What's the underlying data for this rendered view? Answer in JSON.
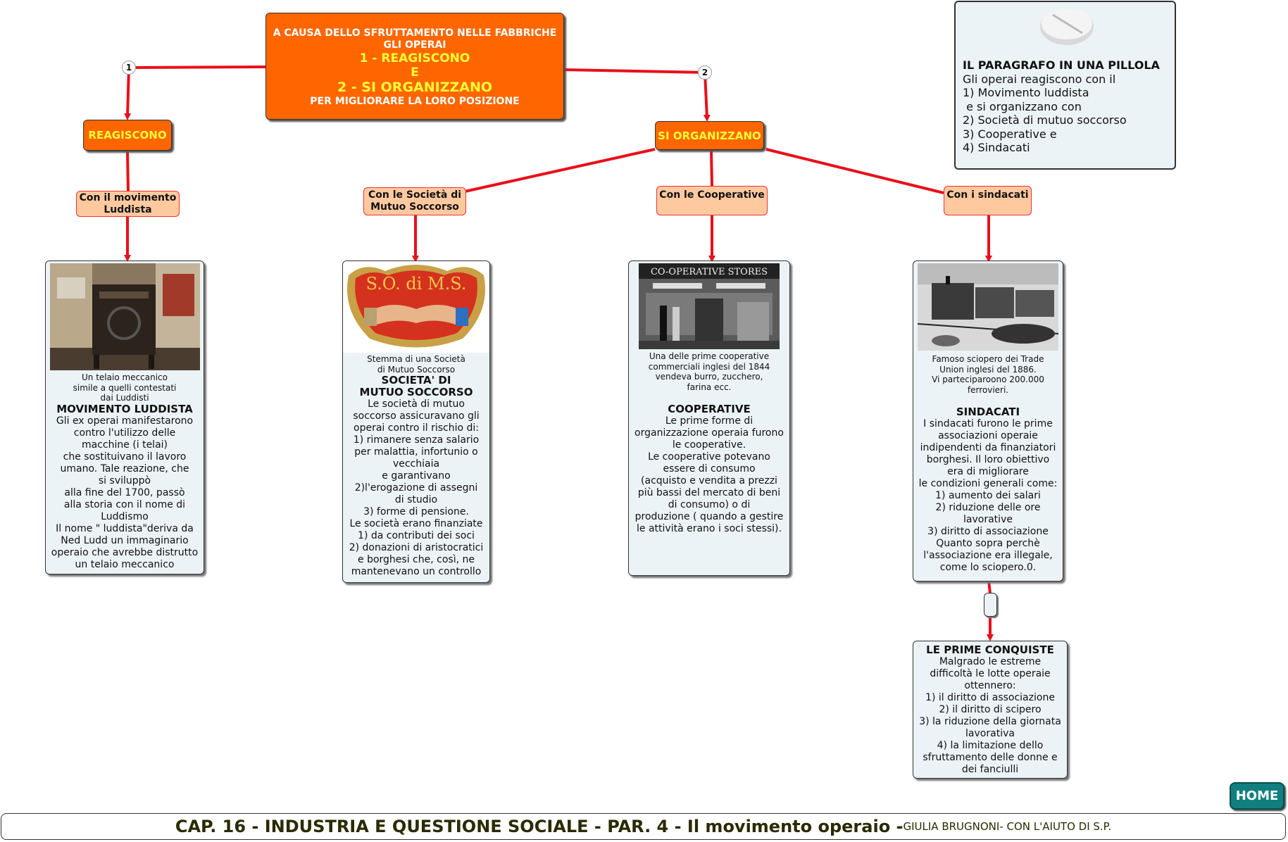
{
  "main": {
    "line1": "A CAUSA DELLO SFRUTTAMENTO NELLE FABBRICHE",
    "line2": "GLI OPERAI",
    "line3": "1 - REAGISCONO",
    "line4": "E",
    "line5": "2 - SI ORGANIZZANO",
    "line6": "PER MIGLIORARE LA  LORO POSIZIONE"
  },
  "badges": {
    "one": "1",
    "two": "2"
  },
  "branches": {
    "reagiscono": "REAGISCONO",
    "organizzano": "SI ORGANIZZANO"
  },
  "sub": {
    "luddista": [
      "Con il movimento",
      "Luddista"
    ],
    "mutuo": [
      "Con le Società di",
      "Mutuo Soccorso"
    ],
    "coop": "Con le Cooperative",
    "sindacati": "Con i sindacati"
  },
  "cards": {
    "luddista": {
      "caption": [
        "Un telaio meccanico",
        "simile a quelli contestati",
        "dai Luddisti"
      ],
      "title": "MOVIMENTO LUDDISTA",
      "body": [
        "Gli ex operai manifestarono",
        "contro l'utilizzo delle",
        "macchine (i telai)",
        "che sostituivano il lavoro",
        "umano. Tale reazione, che",
        "si sviluppò",
        "alla fine del 1700, passò",
        "alla storia con il nome di",
        "Luddismo",
        "Il nome \" luddista\"deriva da",
        "Ned Ludd un immaginario",
        "operaio che avrebbe distrutto",
        "un telaio meccanico"
      ]
    },
    "mutuo": {
      "emblem": "S.O. di M.S.",
      "caption": [
        "Stemma di una Società",
        "di Mutuo Soccorso"
      ],
      "title": [
        "SOCIETA' DI",
        "MUTUO SOCCORSO"
      ],
      "body": [
        "Le società di mutuo",
        "soccorso assicuravano gli",
        "operai contro il rischio di:",
        "1) rimanere senza salario",
        "per malattia, infortunio o",
        "vecchiaia",
        "e garantivano",
        "2)l'erogazione di assegni",
        "di studio",
        "3) forme di pensione.",
        "Le società erano finanziate",
        "1) da contributi dei soci",
        "2) donazioni di aristocratici",
        "e borghesi che, così, ne",
        "mantenevano un controllo"
      ]
    },
    "coop": {
      "photo_sign": "CO-OPERATIVE STORES",
      "caption": [
        "Una delle prime cooperative",
        "commerciali inglesi del 1844",
        "vendeva burro, zucchero,",
        "farina ecc."
      ],
      "title": "COOPERATIVE",
      "body": [
        "Le prime forme di",
        "organizzazione operaia furono",
        "le cooperative.",
        "Le cooperative potevano",
        "essere di consumo",
        "(acquisto e vendita a prezzi",
        "più bassi del mercato di beni",
        "di consumo)  o di",
        "produzione ( quando a gestire",
        "le attività erano i soci stessi)."
      ]
    },
    "sindacati": {
      "caption": [
        "Famoso sciopero dei Trade",
        "Union inglesi  del 1886.",
        "Vi parteciparoono 200.000",
        "ferrovieri."
      ],
      "title": "SINDACATI",
      "body": [
        "I sindacati furono le prime",
        "associazioni operaie",
        "indipendenti da finanziatori",
        "borghesi. Il loro obiettivo",
        "era  di migliorare",
        "le condizioni generali come:",
        "1) aumento dei salari",
        "2) riduzione delle ore",
        "lavorative",
        "3) diritto di associazione",
        "Quanto sopra perchè",
        "l'associazione era illegale,",
        "come lo sciopero.0."
      ]
    },
    "conquiste": {
      "title": "LE PRIME CONQUISTE",
      "body": [
        "Malgrado le estreme",
        "difficoltà le lotte operaie",
        "ottennero:",
        "1) il diritto di associazione",
        "2) il diritto di scipero",
        "3) la riduzione della giornata",
        "lavorativa",
        "4) la limitazione dello",
        "sfruttamento delle donne e",
        "dei fanciulli"
      ]
    }
  },
  "pill": {
    "title": "IL  PARAGRAFO IN UNA PILLOLA",
    "lines": [
      "Gli operai reagiscono con il",
      "1) Movimento luddista",
      " e si organizzano con",
      "2) Società di mutuo soccorso",
      "3) Cooperative e",
      "4) Sindacati"
    ]
  },
  "home": "HOME",
  "footer": {
    "title": "CAP. 16 - INDUSTRIA E QUESTIONE SOCIALE - PAR. 4 - Il movimento operaio -",
    "credit": "GIULIA BRUGNONI- CON L'AIUTO DI S.P."
  },
  "colors": {
    "node_orange": "#ff6600",
    "node_text_yellow": "#ffff33",
    "sub_peach": "#ffc9a0",
    "card_bg": "#ecf3f6",
    "link_red": "#e8101a",
    "home_teal": "#117f7f"
  }
}
